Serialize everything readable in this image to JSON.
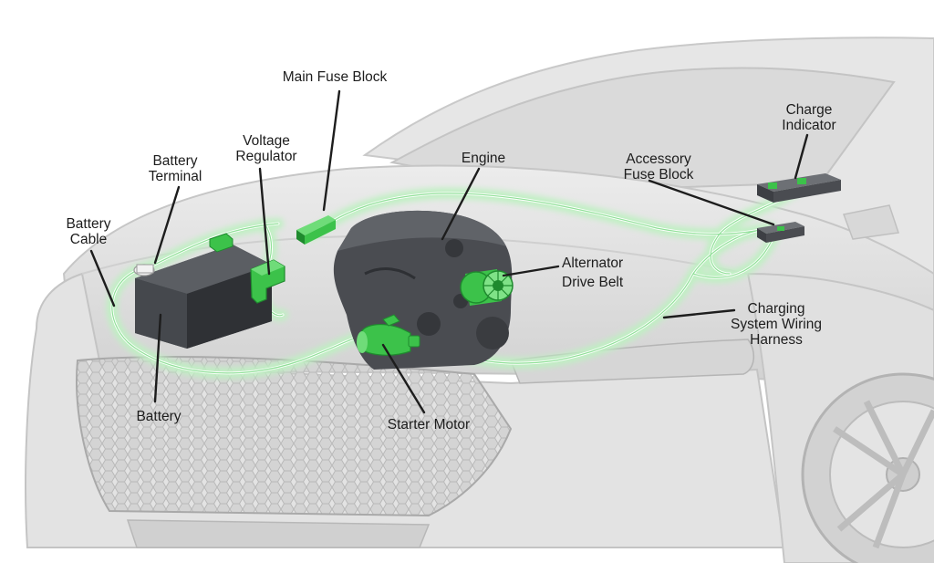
{
  "palette": {
    "accent": "#3cc24a",
    "accent_dark": "#1f8a2e",
    "glow": "#bff0c2",
    "component_dark": "#3d3f44",
    "component_mid": "#5b5e63",
    "car_body": "#dcdcdc",
    "leader": "#1d1d1d"
  },
  "labels": {
    "main_fuse_block": "Main Fuse Block",
    "voltage_regulator": [
      "Voltage",
      "Regulator"
    ],
    "battery_terminal": [
      "Battery",
      "Terminal"
    ],
    "battery_cable": [
      "Battery",
      "Cable"
    ],
    "engine": "Engine",
    "charge_indicator": [
      "Charge",
      "Indicator"
    ],
    "accessory_fuse_block": [
      "Accessory",
      "Fuse Block"
    ],
    "alternator": "Alternator",
    "drive_belt": "Drive Belt",
    "charging_harness": [
      "Charging",
      "System Wiring",
      "Harness"
    ],
    "battery": "Battery",
    "starter_motor": "Starter Motor"
  }
}
